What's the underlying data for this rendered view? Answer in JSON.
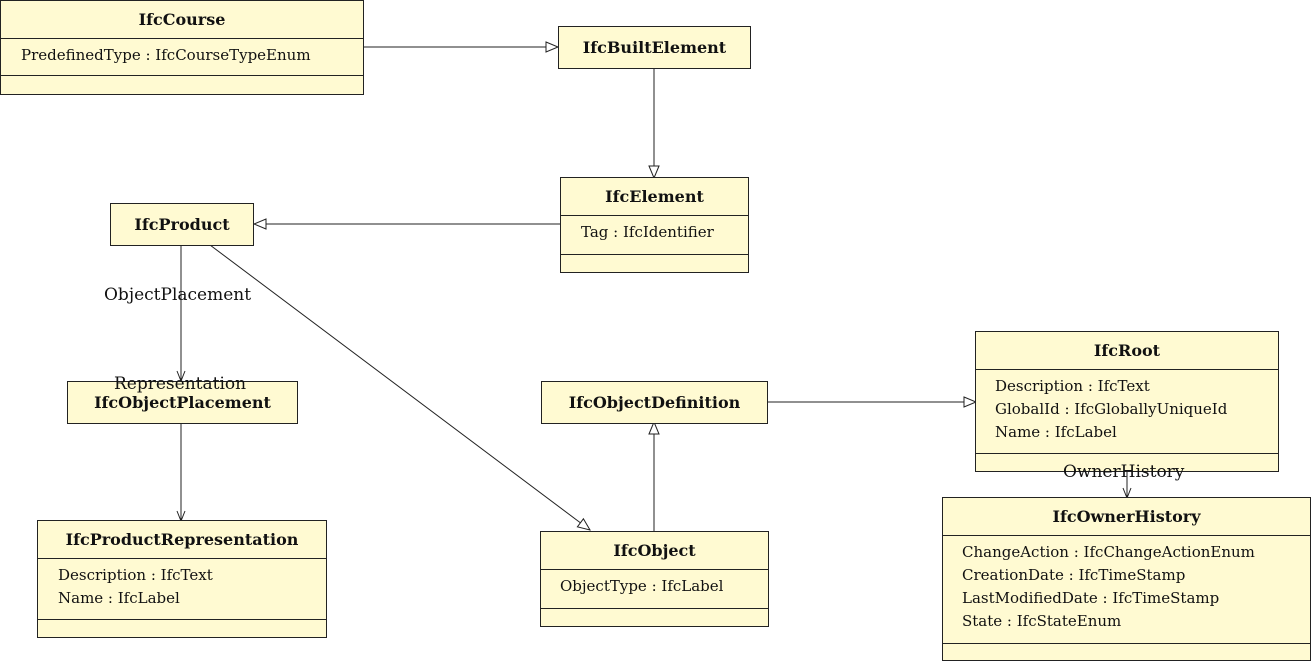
{
  "classes": {
    "course": {
      "name": "IfcCourse",
      "attributes": [
        "PredefinedType : IfcCourseTypeEnum"
      ]
    },
    "built_element": {
      "name": "IfcBuiltElement",
      "attributes": []
    },
    "element": {
      "name": "IfcElement",
      "attributes": [
        "Tag : IfcIdentifier"
      ]
    },
    "product": {
      "name": "IfcProduct",
      "attributes": []
    },
    "object_placement": {
      "name": "IfcObjectPlacement",
      "attributes": []
    },
    "product_representation": {
      "name": "IfcProductRepresentation",
      "attributes": [
        "Description : IfcText",
        "Name : IfcLabel"
      ]
    },
    "object_definition": {
      "name": "IfcObjectDefinition",
      "attributes": []
    },
    "object": {
      "name": "IfcObject",
      "attributes": [
        "ObjectType : IfcLabel"
      ]
    },
    "root": {
      "name": "IfcRoot",
      "attributes": [
        "Description : IfcText",
        "GlobalId : IfcGloballyUniqueId",
        "Name : IfcLabel"
      ]
    },
    "owner_history": {
      "name": "IfcOwnerHistory",
      "attributes": [
        "ChangeAction : IfcChangeActionEnum",
        "CreationDate : IfcTimeStamp",
        "LastModifiedDate : IfcTimeStamp",
        "State : IfcStateEnum"
      ]
    }
  },
  "associations": {
    "object_placement": "ObjectPlacement",
    "representation": "Representation",
    "owner_history": "OwnerHistory"
  },
  "colors": {
    "class_fill": "#fffad2",
    "line": "#222222"
  }
}
